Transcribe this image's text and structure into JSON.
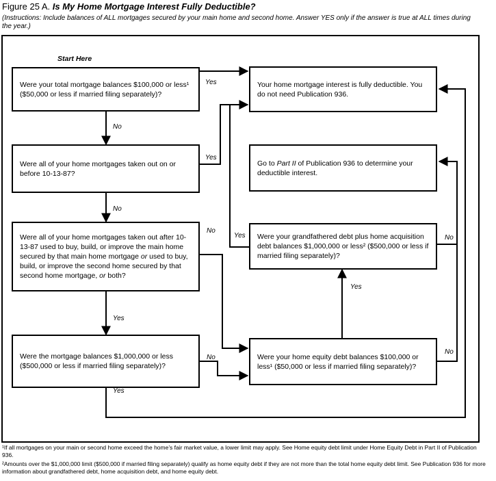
{
  "title": {
    "prefix": "Figure 25 A.",
    "main": "Is My Home Mortgage Interest Fully Deductible?"
  },
  "instructions": "(Instructions: Include balances of ALL mortgages secured by your main home and second home. Answer YES only if the answer is true at ALL times during the year.)",
  "start_label": "Start Here",
  "boxes": {
    "q1": "Were your total mortgage balances $100,000 or less¹ ($50,000 or less if married filing separately)?",
    "q2": "Were all of your home mortgages taken out on or before 10-13-87?",
    "q3_a": "Were all of your home mortgages taken out after 10-13-87 used to buy, build, or improve the main home secured by that main home mortgage ",
    "q3_or1": "or",
    "q3_b": " used to buy, build, or improve the second home secured by that second home mortgage, ",
    "q3_or2": "or",
    "q3_c": " both?",
    "q4": "Were the mortgage balances $1,000,000 or less ($500,000 or less if married filing separately)?",
    "r1": "Your home mortgage interest is fully deductible. You do not need Publication 936.",
    "r2_a": "Go to ",
    "r2_part": "Part II",
    "r2_b": " of Publication 936 to determine your deductible interest.",
    "q5": "Were your grandfathered debt plus home acquisition debt balances $1,000,000 or less² ($500,000 or less if married filing separately)?",
    "q6": "Were your home equity debt balances $100,000 or less¹ ($50,000 or less if married filing separately)?"
  },
  "labels": {
    "yes": "Yes",
    "no": "No"
  },
  "footnotes": {
    "f1": "¹If all mortgages on your main or second home exceed the home’s fair market value, a lower limit may apply. See Home equity debt limit under Home Equity Debt in Part II of Publication 936.",
    "f2": "²Amounts over the $1,000,000 limit ($500,000 if married filing separately) qualify as home equity debt if they are not more than the total home equity debt limit. See Publication 936 for more information about grandfathered debt, home acquisition debt, and home equity debt."
  }
}
